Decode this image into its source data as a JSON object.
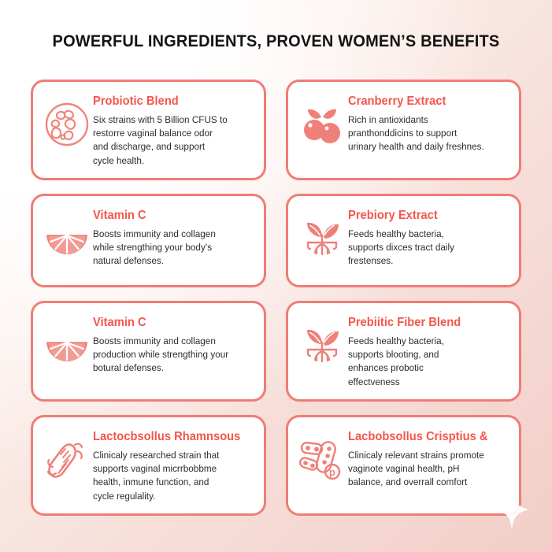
{
  "poster": {
    "title": "POWERFUL INGREDIENTS, PROVEN WOMEN’S BENEFITS",
    "accent_color": "#f4564c",
    "border_color": "#ef7d75",
    "body_text_color": "#2c2c2c",
    "background": "white to soft pink diagonal gradient",
    "sparkle_color": "#ffffff"
  },
  "cards": [
    {
      "icon": "petri-dish-bacteria-icon",
      "title": "Probiotic Blend",
      "description": "Six strains with 5 Billion CFUS to\nrestorre vaginal balance odor\nand discharge, and support\ncycle health."
    },
    {
      "icon": "cranberry-berries-icon",
      "title": "Cranberry Extract",
      "description": "Rich in antioxidants\npranthonddicins to support\nurinary health and daily freshnes."
    },
    {
      "icon": "citrus-slice-icon",
      "title": "Vitamin C",
      "description": "Boosts immunity and collagen\nwhile strengthing your body’s\nnatural defenses."
    },
    {
      "icon": "sprout-roots-icon",
      "title": "Prebiory Extract",
      "description": "Feeds healthy bacteria,\nsupports dixces tract daily\nfrestenses."
    },
    {
      "icon": "citrus-slice-icon",
      "title": "Vitamin C",
      "description": "Boosts immunity and collagen\nproduction while strengthing your\nbotural defenses."
    },
    {
      "icon": "sprout-roots-icon",
      "title": "Prebiitic Fiber Blend",
      "description": "Feeds healthy bacteria,\nsupports blooting, and\nenhances probotic\neffectveness"
    },
    {
      "icon": "bacillus-rod-flagella-icon",
      "title": "Lactocbsollus Rhamnsous",
      "description": "Clinicaly researched strain that\nsupports vaginal micrrbobbme\nhealth, inmune function, and\ncycle regulality."
    },
    {
      "icon": "bacteria-cluster-icon",
      "title": "Lacbobsollus Crisptius &",
      "description": "Clinicaly relevant strains promote\nvaginote vaginal health, pH\nbalance, and overrall comfort"
    }
  ]
}
